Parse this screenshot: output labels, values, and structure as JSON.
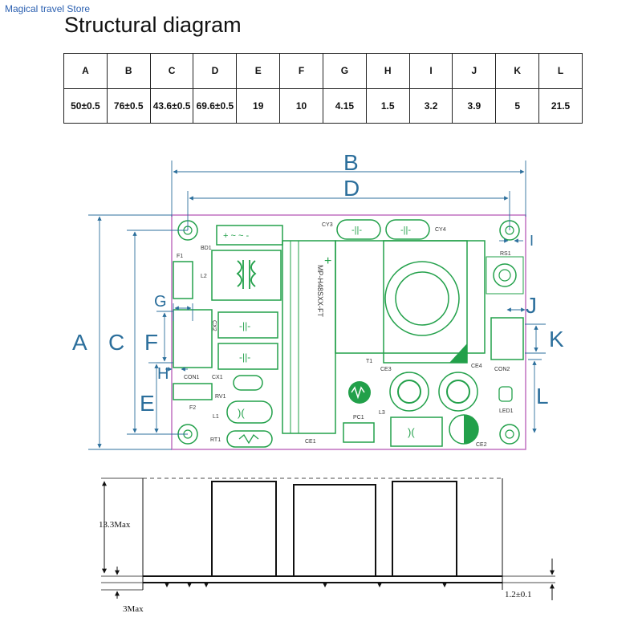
{
  "store_name": "Magical travel Store",
  "title": "Structural diagram",
  "table": {
    "headers": [
      "A",
      "B",
      "C",
      "D",
      "E",
      "F",
      "G",
      "H",
      "I",
      "J",
      "K",
      "L"
    ],
    "values": [
      "50±0.5",
      "76±0.5",
      "43.6±0.5",
      "69.6±0.5",
      "19",
      "10",
      "4.15",
      "1.5",
      "3.2",
      "3.9",
      "5",
      "21.5"
    ]
  },
  "board": {
    "dim_labels": {
      "A": "A",
      "B": "B",
      "C": "C",
      "D": "D",
      "E": "E",
      "F": "F",
      "G": "G",
      "H": "H",
      "I": "I",
      "J": "J",
      "K": "K",
      "L": "L"
    },
    "components": {
      "bd1": "BD1",
      "f1": "F1",
      "l2": "L2",
      "cx2": "CX2",
      "cy3": "CY3",
      "cy4": "CY4",
      "rs1": "RS1",
      "con1": "CON1",
      "cx1": "CX1",
      "rv1": "RV1",
      "f2": "F2",
      "l1": "L1",
      "rt1": "RT1",
      "ce1": "CE1",
      "transformer": "MP-H48SXX-FT",
      "t1": "T1",
      "ce3": "CE3",
      "ce4": "CE4",
      "con2": "CON2",
      "pc1": "PC1",
      "l3": "L3",
      "ce2": "CE2",
      "led1": "LED1"
    },
    "colors": {
      "outline": "#c070c0",
      "component": "#22a04a",
      "dimension": "#2c6f9c"
    }
  },
  "side_view": {
    "height_label": "13.3Max",
    "bottom_label": "3Max",
    "thickness_label": "1.2±0.1"
  }
}
